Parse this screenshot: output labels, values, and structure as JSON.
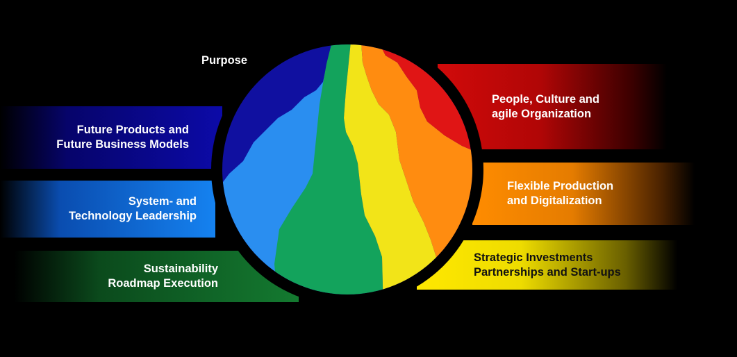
{
  "purpose_label": "Purpose",
  "left_items": [
    {
      "label": "Future Products and\nFuture Business Models",
      "color": "#0c0aa8"
    },
    {
      "label": "System- and\nTechnology Leadership",
      "color": "#1582f0"
    },
    {
      "label": "Sustainability\nRoadmap Execution",
      "color": "#147a30"
    }
  ],
  "right_items": [
    {
      "label": "People, Culture and\n agile Organization",
      "color": "#d10a0a"
    },
    {
      "label": "Flexible Production\nand Digitalization",
      "color": "#ff8c00"
    },
    {
      "label": "Strategic Investments\nPartnerships and Start-ups",
      "color": "#ffe800"
    }
  ],
  "wheel_colors": {
    "navy": "#1010a0",
    "blue": "#2a8ef0",
    "green": "#13a35c",
    "yellow": "#f2e418",
    "orange": "#ff8c10",
    "red": "#e01515"
  }
}
